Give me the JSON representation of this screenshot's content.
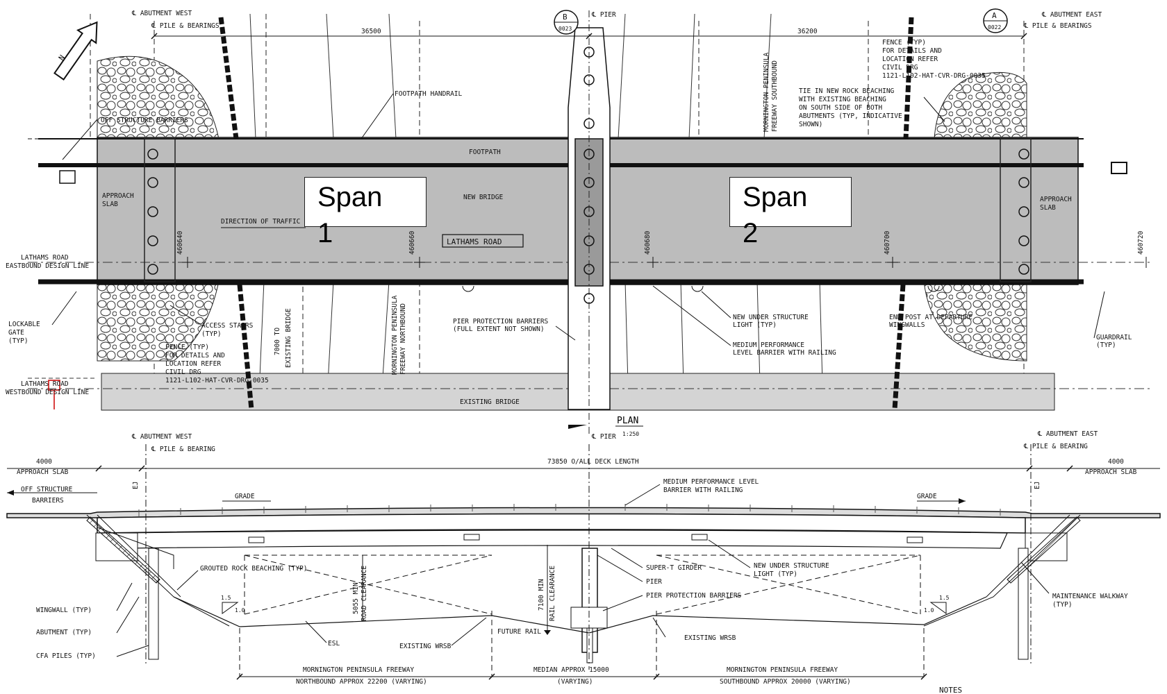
{
  "plan": {
    "abutment_west": "℄ ABUTMENT WEST",
    "pile_bearings_west": "℄ PILE & BEARINGS",
    "abutment_east": "℄ ABUTMENT EAST",
    "pile_bearings_east": "℄ PILE & BEARINGS",
    "pier": "℄ PIER",
    "section_b": "B",
    "section_b_sheet": "0023",
    "section_a": "A",
    "section_a_sheet": "0022",
    "dim_span1": "36500",
    "dim_span2": "36200",
    "north_arrow": "N",
    "footpath_handrail": "FOOTPATH HANDRAIL",
    "off_structure_barriers": "OFF STRUCTURE BARRIERS",
    "footpath": "FOOTPATH",
    "approach_slab_west": [
      "APPROACH",
      "SLAB"
    ],
    "approach_slab_east": [
      "APPROACH",
      "SLAB"
    ],
    "new_bridge": "NEW BRIDGE",
    "direction_of_traffic": "DIRECTION OF TRAFFIC",
    "lathams_road_box": "LATHAMS ROAD",
    "chainages": [
      "460640",
      "460660",
      "460680",
      "460700",
      "460720"
    ],
    "eastbound_line": [
      "LATHAMS ROAD",
      "EASTBOUND DESIGN LINE"
    ],
    "westbound_line": [
      "LATHAMS ROAD",
      "WESTBOUND DESIGN LINE"
    ],
    "lockable_gate": [
      "LOCKABLE",
      "GATE",
      "(TYP)"
    ],
    "access_stairs": [
      "ACCESS STAIRS",
      "(TYP)"
    ],
    "fence_west": [
      "FENCE (TYP)",
      "FOR DETAILS AND",
      "LOCATION REFER",
      "CIVIL DRG",
      "1121-L102-HAT-CVR-DRG-0035"
    ],
    "fence_east": [
      "FENCE (TYP)",
      "FOR DETAILS AND",
      "LOCATION REFER",
      "CIVIL DRG",
      "1121-L102-HAT-CVR-DRG-0035"
    ],
    "tie_in": [
      "TIE IN NEW ROCK BEACHING",
      "WITH EXISTING BEACHING",
      "ON SOUTH SIDE OF BOTH",
      "ABUTMENTS (TYP, INDICATIVE",
      "SHOWN)"
    ],
    "freeway_south": [
      "MORNINGTON PENINSULA",
      "FREEWAY SOUTHBOUND"
    ],
    "freeway_north": [
      "MORNINGTON PENINSULA",
      "FREEWAY NORTHBOUND"
    ],
    "existing_bridge_dim": [
      "7000 TO",
      "EXISTING BRIDGE"
    ],
    "pier_protection": [
      "PIER PROTECTION BARRIERS",
      "(FULL EXTENT NOT SHOWN)"
    ],
    "under_light": [
      "NEW UNDER STRUCTURE",
      "LIGHT (TYP)"
    ],
    "medium_barrier": [
      "MEDIUM PERFORMANCE",
      "LEVEL BARRIER WITH RAILING"
    ],
    "end_post": [
      "END POST AT DEPARTURE",
      "WINGWALLS"
    ],
    "guardrail": [
      "GUARDRAIL",
      "(TYP)"
    ],
    "existing_bridge": "EXISTING BRIDGE",
    "plan_title": "PLAN",
    "plan_scale": "1:250"
  },
  "callouts": [
    {
      "label": "Span",
      "number": "1"
    },
    {
      "label": "Span",
      "number": "2"
    }
  ],
  "elevation": {
    "abutment_west": "℄ ABUTMENT WEST",
    "pile_bearing_west": "℄ PILE & BEARING",
    "abutment_east": "℄ ABUTMENT EAST",
    "pile_bearing_east": "℄ PILE & BEARING",
    "pier": "℄ PIER",
    "approach_slab_w": [
      "4000",
      "APPROACH SLAB"
    ],
    "approach_slab_e": [
      "4000",
      "APPROACH SLAB"
    ],
    "deck_length": "73850 O/ALL DECK LENGTH",
    "off_structure": [
      "OFF STRUCTURE",
      "BARRIERS"
    ],
    "grade": "GRADE",
    "ej": "EJ",
    "medium_barrier": [
      "MEDIUM PERFORMANCE LEVEL",
      "BARRIER WITH RAILING"
    ],
    "grouted_rock": "GROUTED ROCK BEACHING (TYP)",
    "road_clearance": [
      "5055 MIN",
      "ROAD CLEARANCE"
    ],
    "rail_clearance": [
      "7100 MIN",
      "RAIL CLEARANCE"
    ],
    "super_t": "SUPER-T GIRDER",
    "pier_label": "PIER",
    "pier_protection": "PIER PROTECTION BARRIERS",
    "under_light": [
      "NEW UNDER STRUCTURE",
      "LIGHT (TYP)"
    ],
    "maintenance": [
      "MAINTENANCE WALKWAY",
      "(TYP)"
    ],
    "wingwall": "WINGWALL (TYP)",
    "abutment": "ABUTMENT (TYP)",
    "cfa_piles": "CFA PILES (TYP)",
    "esl": "ESL",
    "existing_wrsb": "EXISTING WRSB",
    "future_rail": "FUTURE RAIL",
    "slope_left": [
      "1.5",
      "1.0"
    ],
    "slope_right": [
      "1.5",
      "1.0"
    ],
    "nb": [
      "MORNINGTON PENINSULA FREEWAY",
      "NORTHBOUND APPROX 22200 (VARYING)"
    ],
    "median": [
      "MEDIAN APPROX 15000",
      "(VARYING)"
    ],
    "sb": [
      "MORNINGTON PENINSULA FREEWAY",
      "SOUTHBOUND APPROX 20000 (VARYING)"
    ],
    "notes": "NOTES"
  }
}
